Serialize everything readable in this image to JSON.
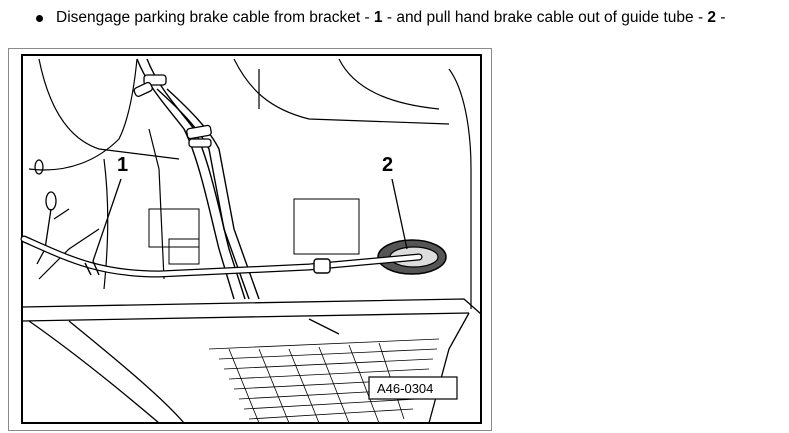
{
  "instruction": {
    "part1": "Disengage parking brake cable from bracket - ",
    "ref1": "1",
    "part2": " - and pull hand brake cable out of guide tube - ",
    "ref2": "2",
    "part3": " -"
  },
  "figure": {
    "callout_1": "1",
    "callout_2": "2",
    "figure_id": "A46-0304"
  }
}
